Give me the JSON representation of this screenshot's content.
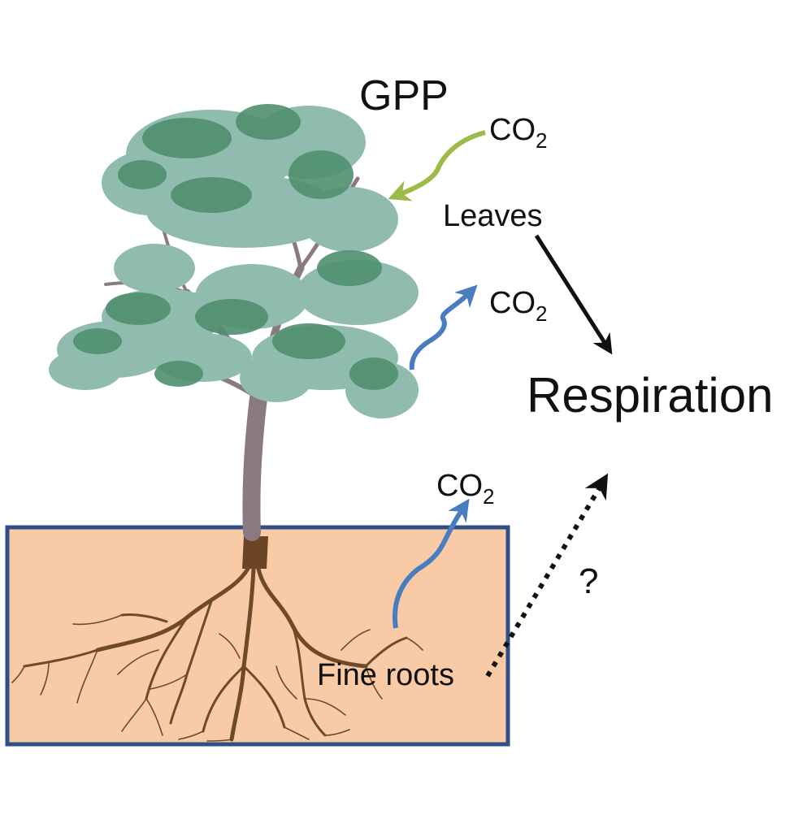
{
  "labels": {
    "gpp": "GPP",
    "co2_base": "CO",
    "co2_sub": "2",
    "leaves": "Leaves",
    "respiration": "Respiration",
    "question": "?",
    "fine_roots": "Fine roots"
  },
  "colors": {
    "background": "#ffffff",
    "soil_fill": "#f8cba6",
    "soil_border": "#2f4f86",
    "uptake_arrow": "#9cbb48",
    "emission_arrow": "#4a7dbf",
    "respiration_arrow": "#111111",
    "trunk": "#8a7a80",
    "roots": "#6e4a2a",
    "foliage_dark": "#4f8f6e",
    "foliage_light": "#8fbcae"
  },
  "icons": [
    "tree-icon",
    "roots-icon"
  ]
}
